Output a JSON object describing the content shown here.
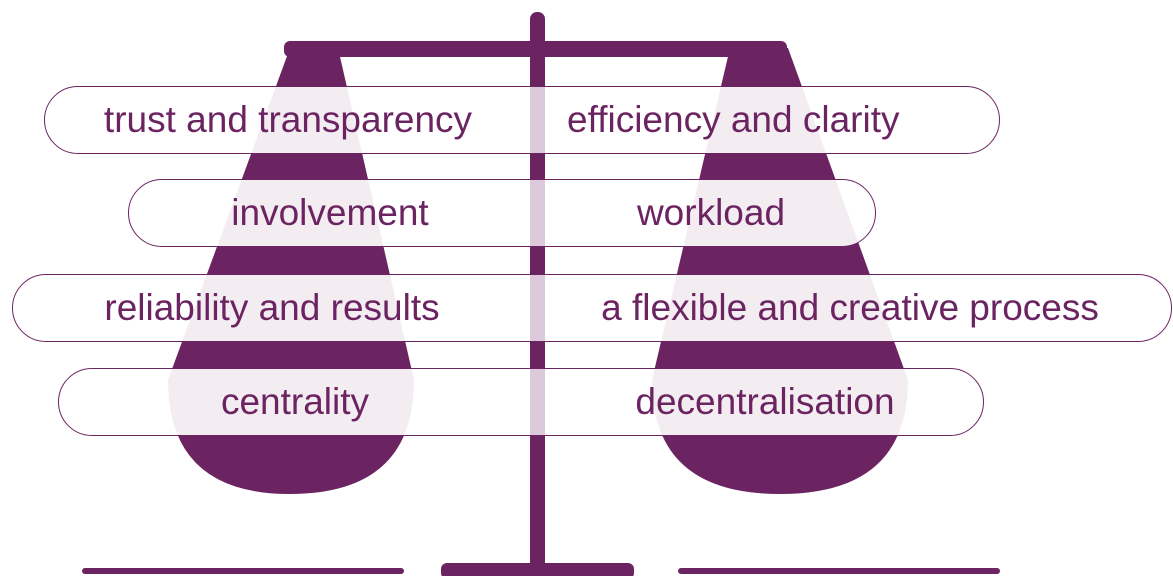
{
  "colors": {
    "accent": "#6b2461",
    "pole_highlight": "#dccadb",
    "background": "#ffffff"
  },
  "rows": [
    {
      "left": "trust and transparency",
      "right": "efficiency and clarity"
    },
    {
      "left": "involvement",
      "right": "workload"
    },
    {
      "left": "reliability and results",
      "right": "a flexible and creative process"
    },
    {
      "left": "centrality",
      "right": "decentralisation"
    }
  ]
}
